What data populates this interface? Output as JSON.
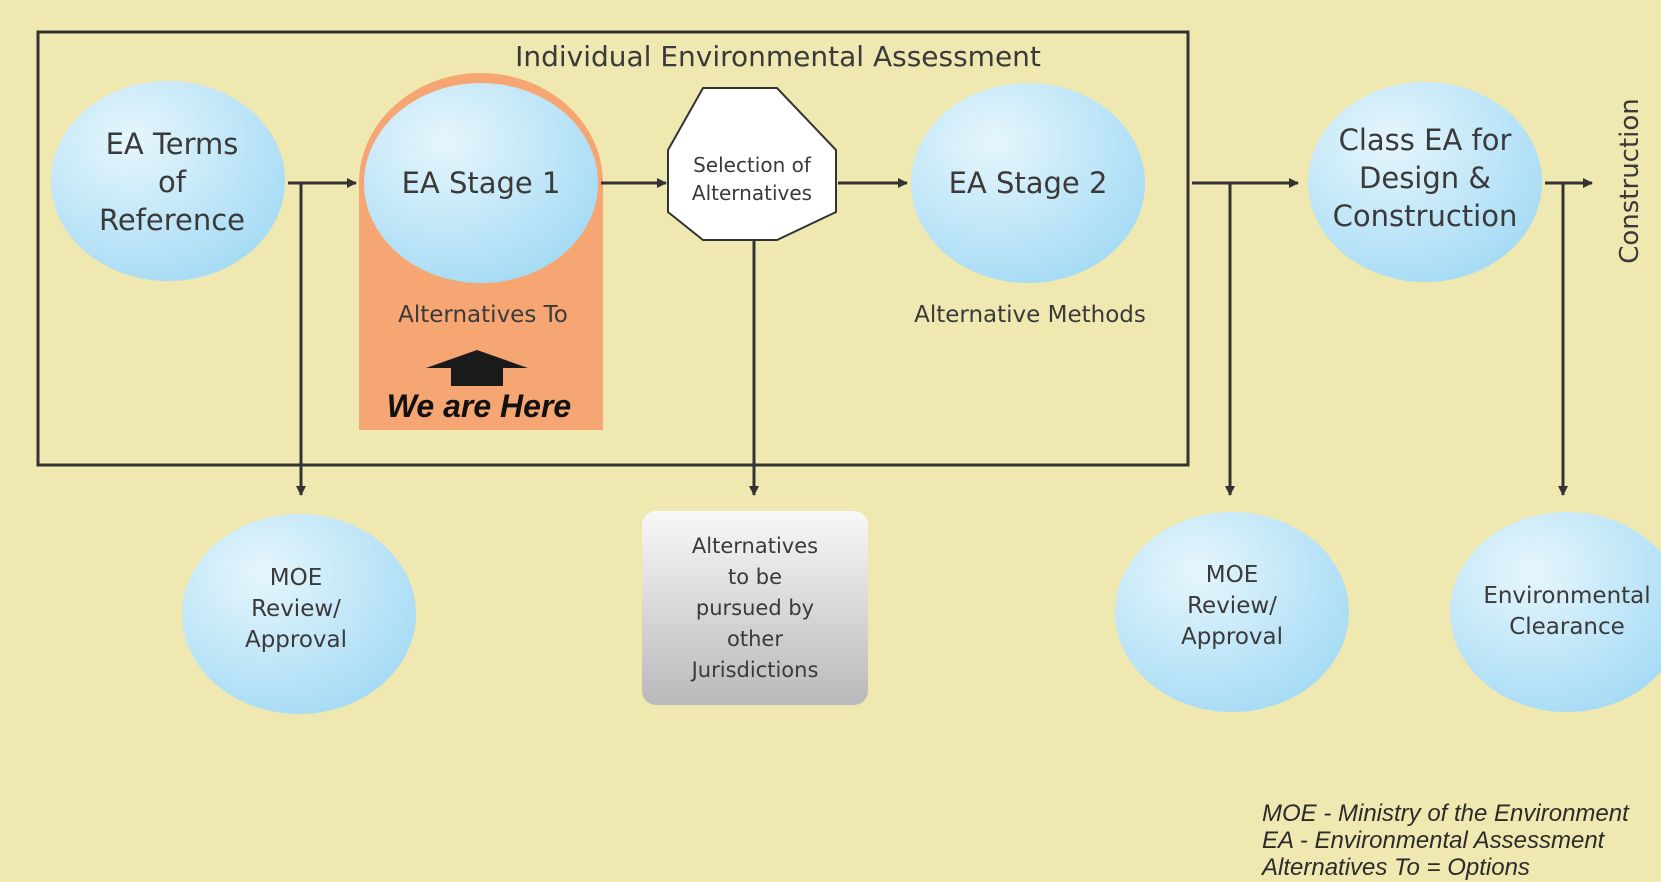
{
  "diagram": {
    "box_title": "Individual Environmental Assessment",
    "tor": [
      "EA Terms",
      "of",
      "Reference"
    ],
    "stage1": "EA Stage 1",
    "stage1_caption": "Alternatives To",
    "we_are_here": "We are Here",
    "selection": [
      "Selection of",
      "Alternatives"
    ],
    "stage2": "EA Stage 2",
    "stage2_caption": "Alternative Methods",
    "class_ea": [
      "Class EA for",
      "Design &",
      "Construction"
    ],
    "construction": "Construction",
    "moe_left": [
      "MOE",
      "Review/",
      "Approval"
    ],
    "other_jurisdictions": [
      "Alternatives",
      "to be",
      "pursued by",
      "other",
      "Jurisdictions"
    ],
    "moe_right": [
      "MOE",
      "Review/",
      "Approval"
    ],
    "clearance": [
      "Environmental",
      "Clearance"
    ]
  },
  "legend": [
    "MOE - Ministry of the Environment",
    "EA - Environmental Assessment",
    "Alternatives To = Options"
  ],
  "colors": {
    "background": "#efe8b0",
    "ellipse_light": "#e3f4fb",
    "ellipse_dark": "#a8dcf5",
    "highlight": "#f6a673",
    "arrow": "#333333"
  }
}
